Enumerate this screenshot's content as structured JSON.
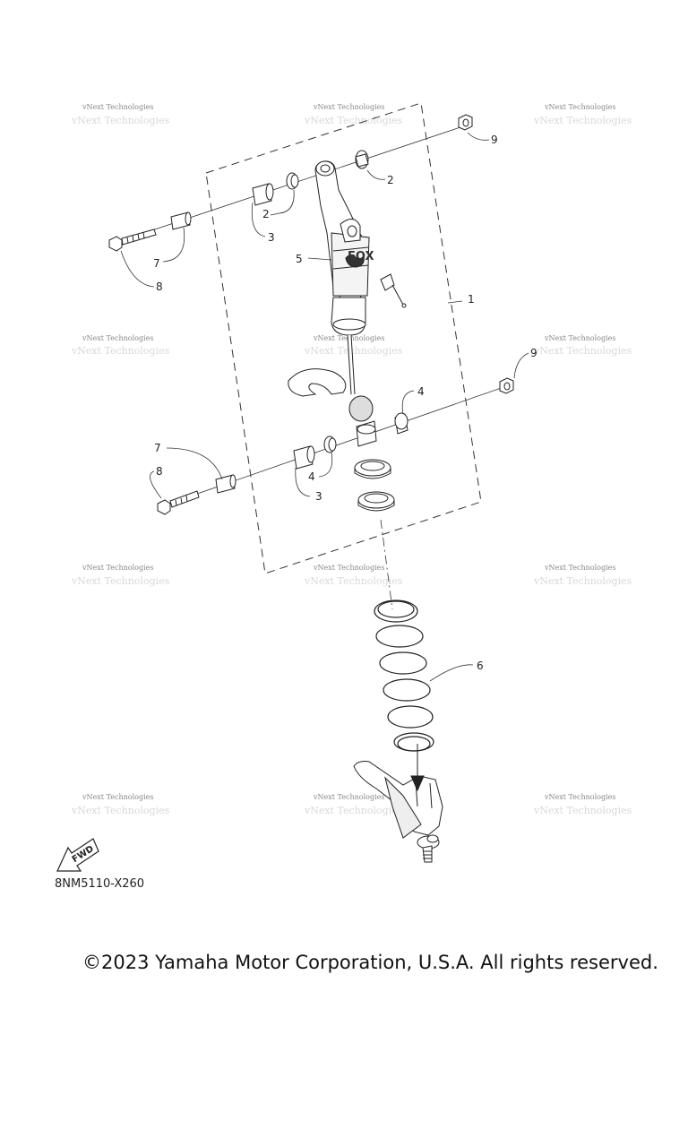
{
  "diagram": {
    "callouts": {
      "c1": "1",
      "c2a": "2",
      "c2b": "2",
      "c3a": "3",
      "c3b": "3",
      "c4a": "4",
      "c4b": "4",
      "c5": "5",
      "c6": "6",
      "c7a": "7",
      "c7b": "7",
      "c8a": "8",
      "c8b": "8",
      "c9a": "9",
      "c9b": "9"
    },
    "fwd_label": "FWD",
    "shock_logo": "FOX",
    "watermark": "vNext Technologies"
  },
  "diagram_code": "8NM5110-X260",
  "copyright": "©2023 Yamaha Motor Corporation, U.S.A. All rights reserved."
}
